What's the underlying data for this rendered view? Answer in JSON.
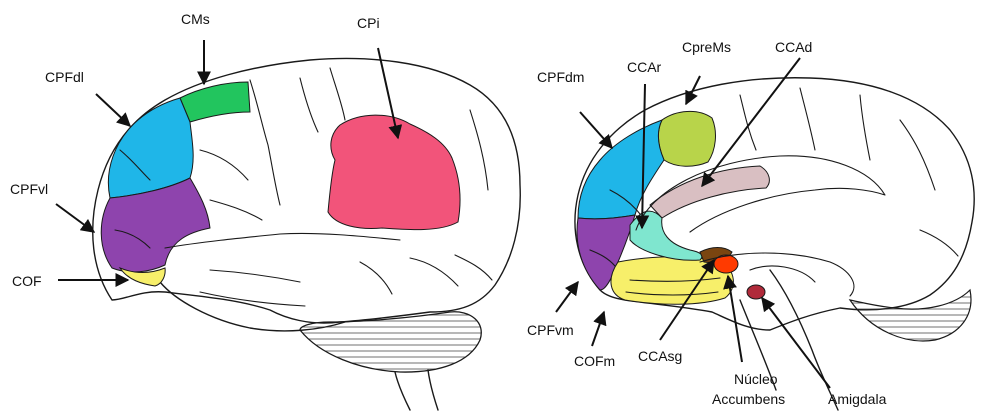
{
  "lateral_view": {
    "labels": {
      "cms": "CMs",
      "cpi": "CPi",
      "cpfdl": "CPFdl",
      "cpfvl": "CPFvl",
      "cof": "COF"
    }
  },
  "medial_view": {
    "labels": {
      "cpfdm": "CPFdm",
      "ccar": "CCAr",
      "cprems": "CpreMs",
      "ccad": "CCAd",
      "cpfvm": "CPFvm",
      "cofm": "COFm",
      "ccasg": "CCAsg",
      "nucleo_line1": "Núcleo",
      "nucleo_line2": "Accumbens",
      "amigdala": "Amigdala"
    }
  },
  "colors": {
    "green": "#22c55e",
    "cyan": "#1fb6e8",
    "purple": "#8e44ad",
    "yellow": "#f7ef6a",
    "pink": "#f2547a",
    "lime": "#b8d44a",
    "mauve": "#d9bfc2",
    "aqua": "#7fe6cf",
    "brown": "#7a4510",
    "orange": "#ff3a00",
    "maroon": "#b02a3a"
  }
}
